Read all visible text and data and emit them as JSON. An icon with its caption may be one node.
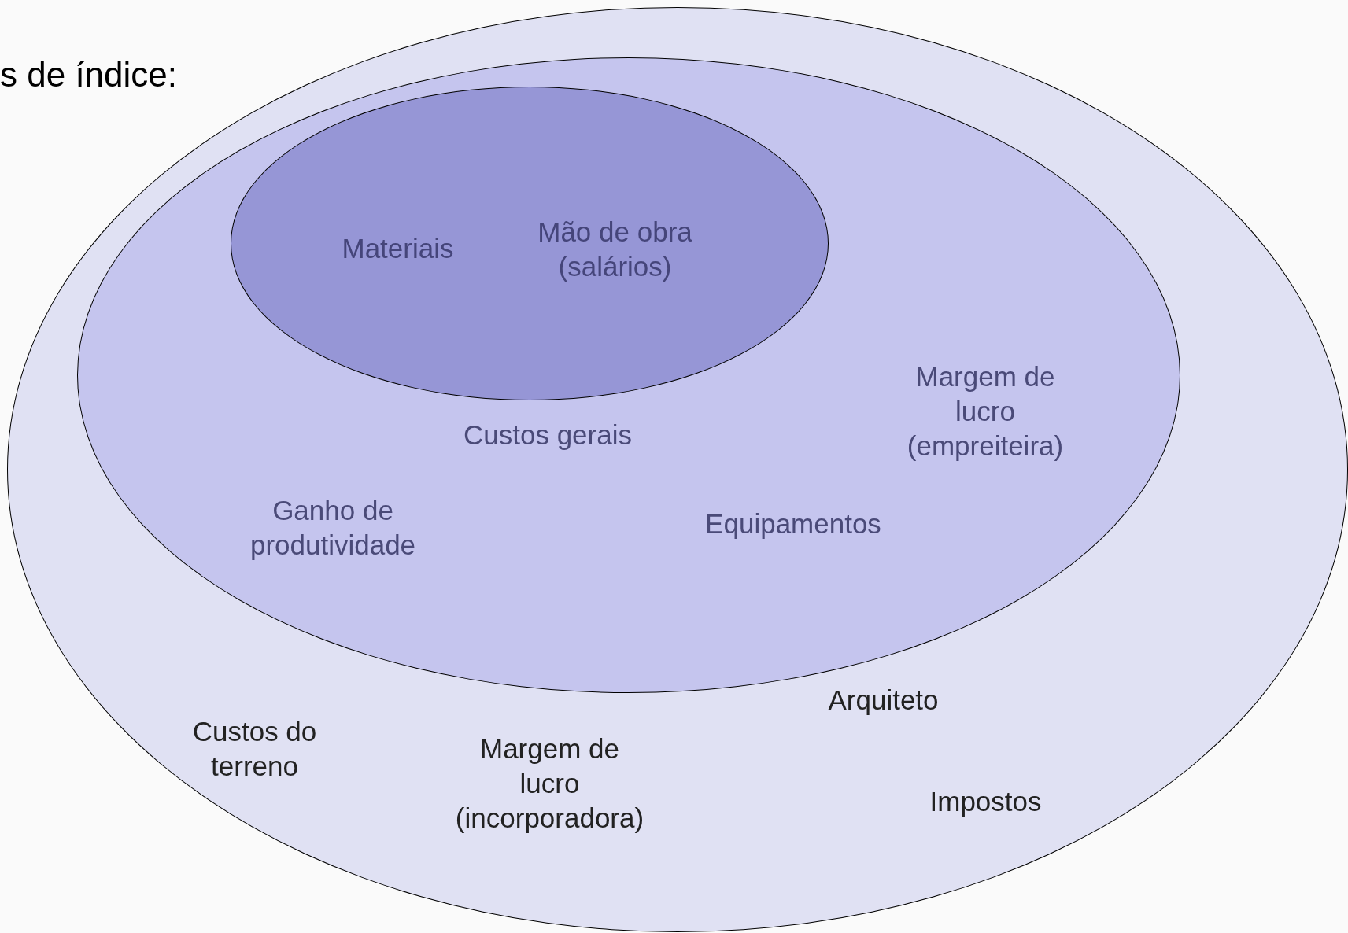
{
  "diagram": {
    "title": "s de índice:",
    "nodes": [
      {
        "text": [
          "Custos do terreno",
          "Margem de lucro (incorporadora)",
          "Arquiteto",
          "Impostos"
        ]
      },
      {
        "text": [
          "Custos gerais",
          "Ganho de produtividade",
          "Equipamentos",
          "Margem de lucro (empreiteira)"
        ],
        "in": 0
      },
      {
        "text": [
          "Materiais",
          "Mão de obra (salários)"
        ],
        "in": 1
      }
    ],
    "edges": []
  }
}
